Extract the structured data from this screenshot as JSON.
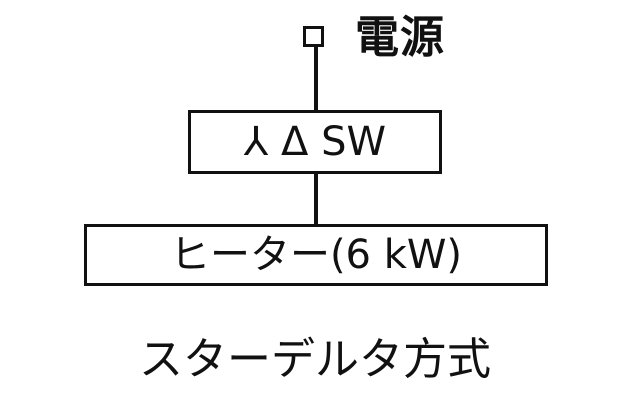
{
  "diagram": {
    "terminal_label": "電源",
    "switch_label": "⅄ Δ SW",
    "heater_label": "ヒーター(6 kW)",
    "caption": "スターデルタ方式"
  }
}
